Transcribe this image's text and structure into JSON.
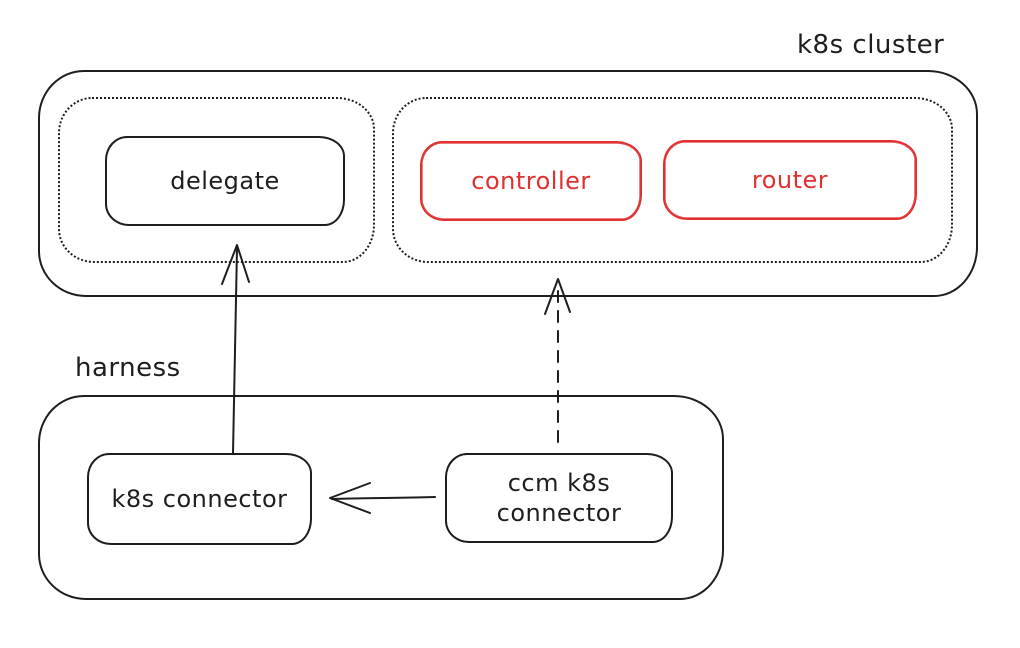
{
  "canvas": {
    "background": "#ffffff"
  },
  "palette": {
    "ink": "#1e1e1e",
    "accent_red": "#e03131",
    "background": "#ffffff"
  },
  "groups": {
    "k8s_cluster": {
      "label": "k8s cluster",
      "border_style": "solid"
    },
    "left_dotted_group": {
      "label": "",
      "border_style": "dotted"
    },
    "right_dotted_group": {
      "label": "",
      "border_style": "dotted"
    },
    "harness": {
      "label": "harness",
      "border_style": "solid"
    }
  },
  "nodes": {
    "delegate": {
      "label": "delegate",
      "color": "#1e1e1e",
      "group": "left_dotted_group"
    },
    "controller": {
      "label": "controller",
      "color": "#e03131",
      "group": "right_dotted_group"
    },
    "router": {
      "label": "router",
      "color": "#e03131",
      "group": "right_dotted_group"
    },
    "k8s_connector": {
      "label": "k8s connector",
      "color": "#1e1e1e",
      "group": "harness"
    },
    "ccm_k8s_connector": {
      "label": "ccm k8s\nconnector",
      "color": "#1e1e1e",
      "group": "harness"
    }
  },
  "edges": [
    {
      "from": "k8s_connector",
      "to": "delegate",
      "style": "solid",
      "direction": "up"
    },
    {
      "from": "ccm_k8s_connector",
      "to": "right_dotted_group",
      "style": "dashed",
      "direction": "up"
    },
    {
      "from": "ccm_k8s_connector",
      "to": "k8s_connector",
      "style": "solid",
      "direction": "left"
    }
  ]
}
